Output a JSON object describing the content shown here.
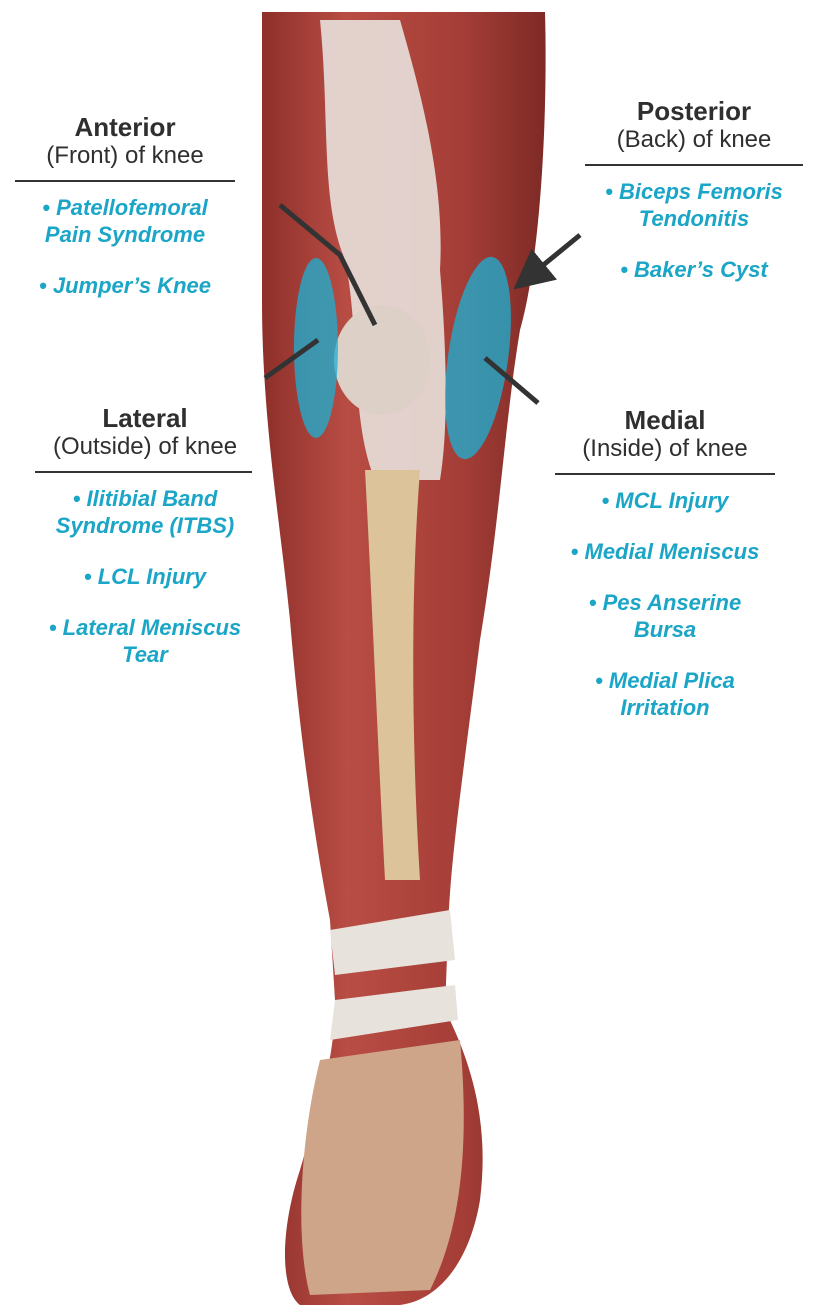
{
  "colors": {
    "accent": "#1ba5c6",
    "heading": "#2f2f2f",
    "muscle": "#a8403a",
    "tendon": "#e4dcd6",
    "bone": "#dcc39a"
  },
  "anterior": {
    "title": "Anterior",
    "subtitle": "(Front) of knee",
    "items": [
      "• Patellofemoral",
      "Pain Syndrome",
      "• Jumper’s Knee"
    ]
  },
  "posterior": {
    "title": "Posterior",
    "subtitle": "(Back) of knee",
    "items": [
      "• Biceps Femoris",
      "Tendonitis",
      "• Baker’s Cyst"
    ]
  },
  "lateral": {
    "title": "Lateral",
    "subtitle": "(Outside) of knee",
    "items": [
      "• Ilitibial Band",
      "Syndrome (ITBS)",
      "• LCL Injury",
      "• Lateral Meniscus",
      "Tear"
    ]
  },
  "medial": {
    "title": "Medial",
    "subtitle": "(Inside) of knee",
    "items": [
      "• MCL Injury",
      "• Medial Meniscus",
      "• Pes Anserine",
      "Bursa",
      "• Medial Plica",
      "Irritation"
    ]
  }
}
